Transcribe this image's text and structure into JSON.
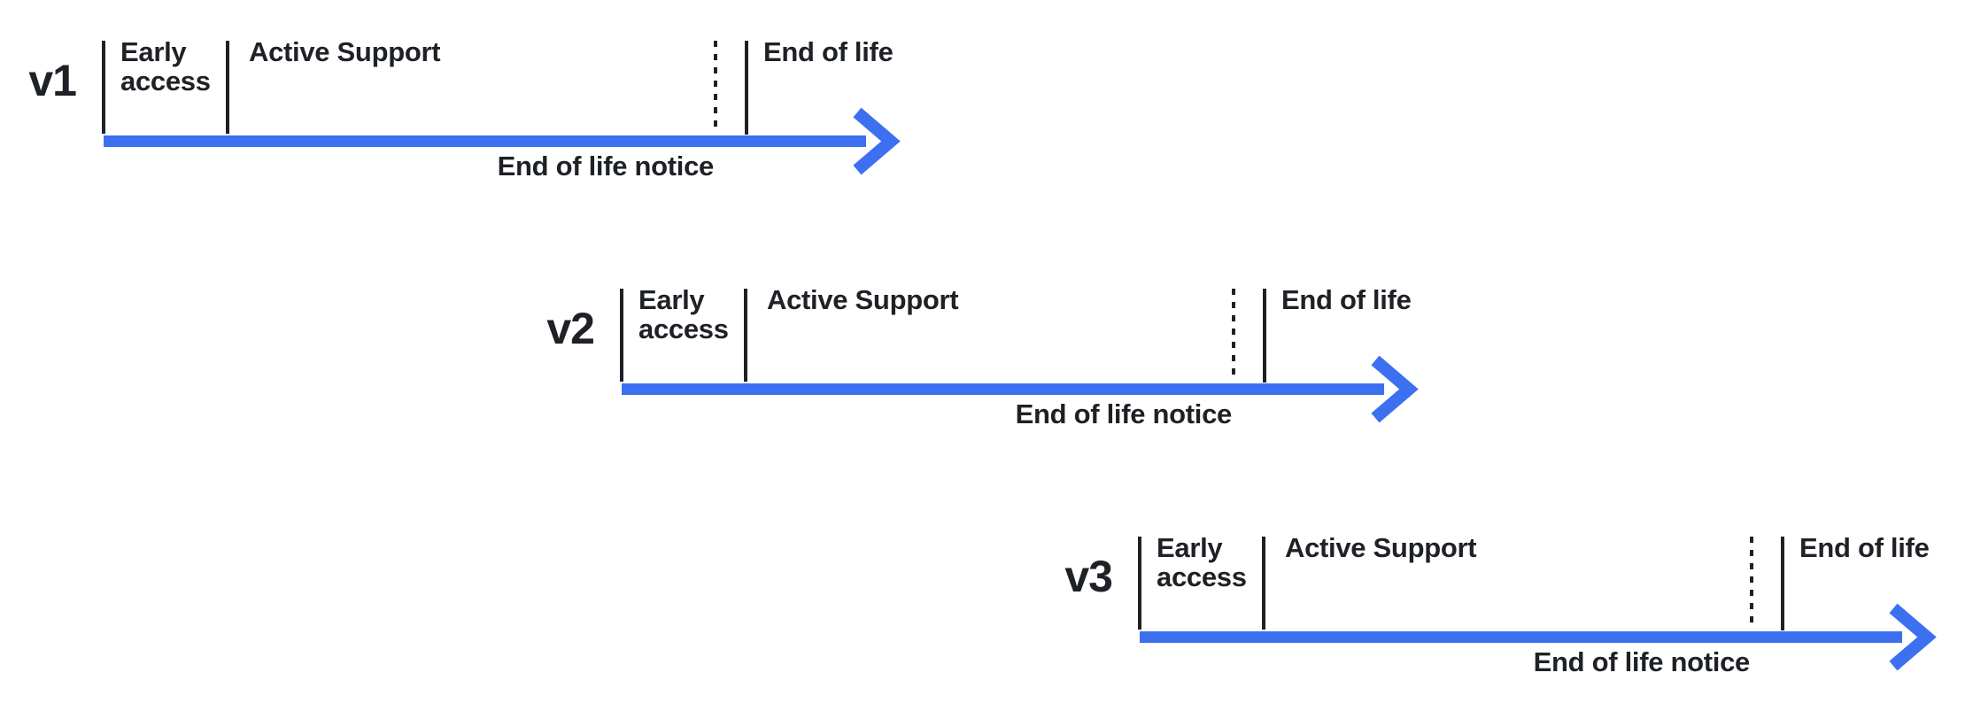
{
  "diagram": {
    "background": "#ffffff",
    "arrow_color": "#3c70f0",
    "line_color": "#1e2125"
  },
  "rows": [
    {
      "version": "v1",
      "early_access_label": "Early\naccess",
      "active_support_label": "Active Support",
      "end_of_life_label": "End of life",
      "eol_notice_label": "End of life notice"
    },
    {
      "version": "v2",
      "early_access_label": "Early\naccess",
      "active_support_label": "Active Support",
      "end_of_life_label": "End of life",
      "eol_notice_label": "End of life notice"
    },
    {
      "version": "v3",
      "early_access_label": "Early\naccess",
      "active_support_label": "Active Support",
      "end_of_life_label": "End of life",
      "eol_notice_label": "End of life notice"
    }
  ]
}
